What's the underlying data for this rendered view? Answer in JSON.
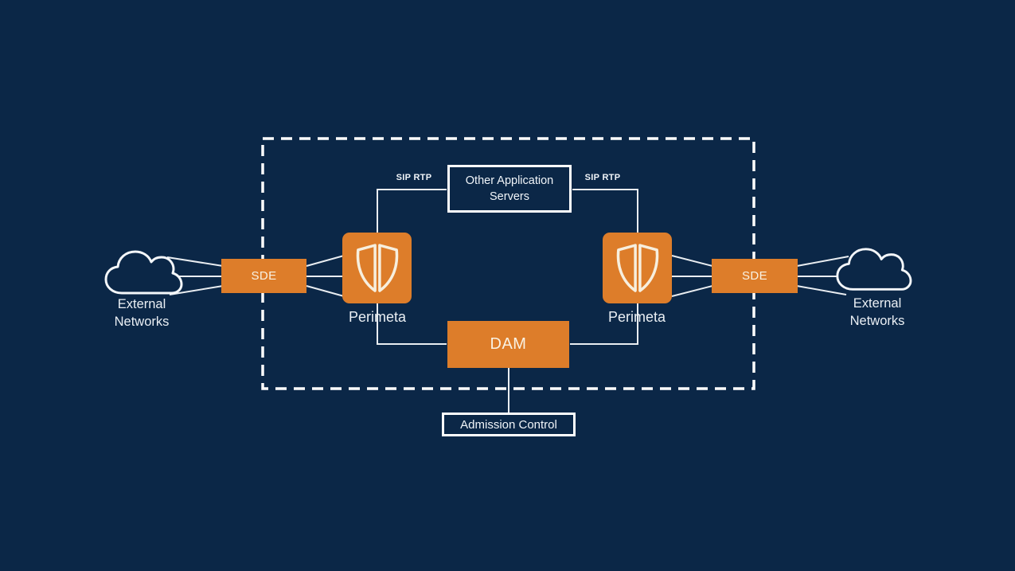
{
  "diagram": {
    "type": "network-architecture",
    "colors": {
      "background": "#0B2747",
      "node_orange": "#DD7D2A",
      "connector_line": "#E9EDF1",
      "zone_border": "#FFFFFF"
    },
    "nodes": {
      "external_networks_left": {
        "label": "External Networks",
        "icon": "cloud-icon"
      },
      "sde_left": {
        "label": "SDE"
      },
      "perimeta_left": {
        "label": "Perimeta",
        "icon": "shield-icon"
      },
      "other_application_servers": {
        "label": "Other Application Servers"
      },
      "perimeta_right": {
        "label": "Perimeta",
        "icon": "shield-icon"
      },
      "sde_right": {
        "label": "SDE"
      },
      "external_networks_right": {
        "label": "External Networks",
        "icon": "cloud-icon"
      },
      "dam": {
        "label": "DAM"
      },
      "admission_control": {
        "label": "Admission Control"
      }
    },
    "edge_labels": {
      "sip_rtp_left": "SIP RTP",
      "sip_rtp_right": "SIP RTP"
    }
  }
}
